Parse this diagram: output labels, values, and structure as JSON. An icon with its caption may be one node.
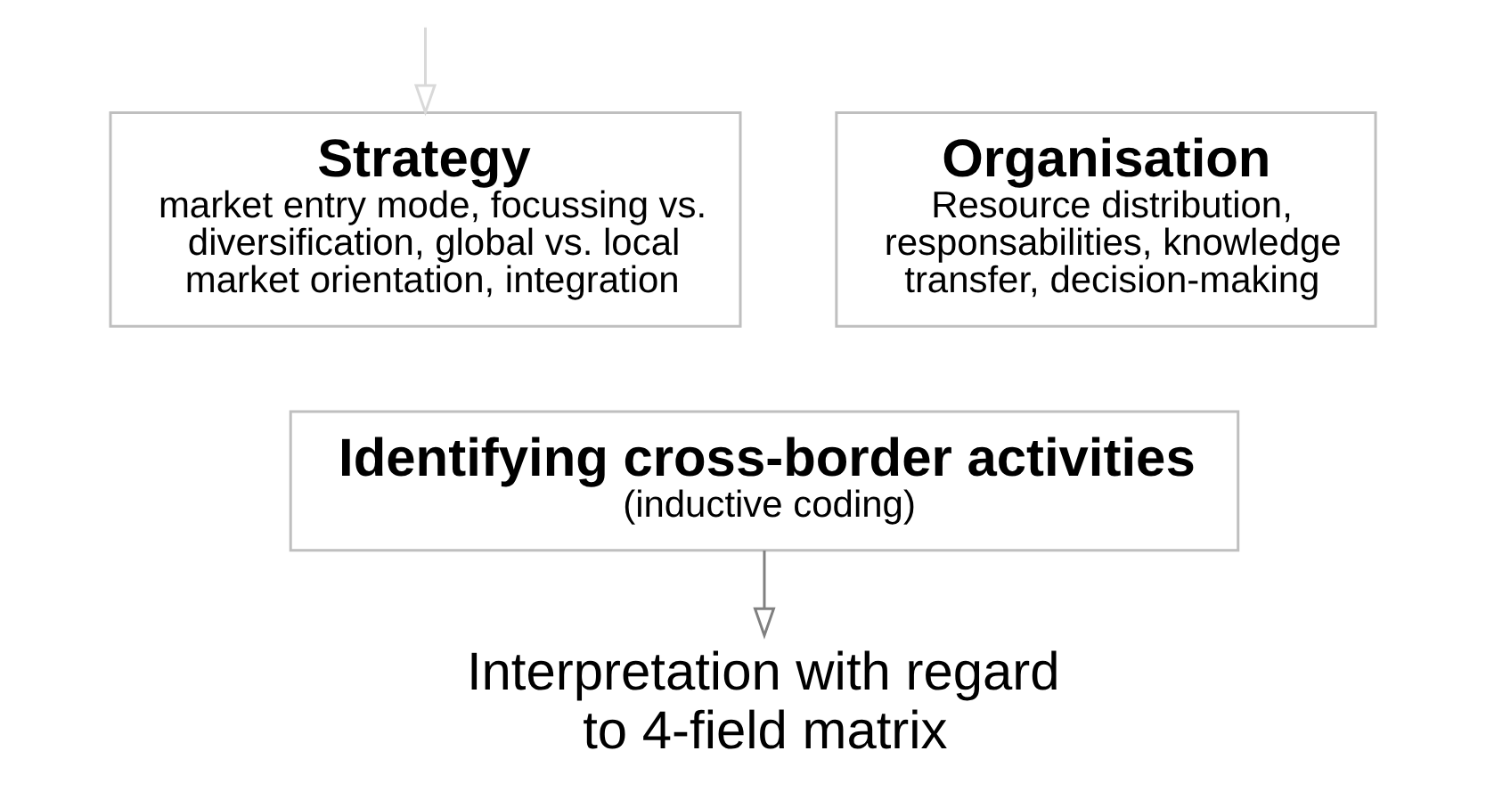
{
  "diagram": {
    "nodes": [
      {
        "text": [
          "Strategy",
          "market entry mode, focussing vs. diversification, global vs. local market orientation, integration"
        ]
      },
      {
        "text": [
          "Organisation",
          "Resource distribution, responsabilities, knowledge transfer, decision-making"
        ]
      },
      {
        "text": [
          "Identifying cross-border activities",
          "(inductive coding)"
        ]
      },
      {
        "text": [
          "Interpretation with regard to 4-field matrix"
        ]
      }
    ],
    "edges": [
      {
        "from": null,
        "to": 0,
        "arrow": "to",
        "color": "#d9d9d9"
      },
      {
        "from": 2,
        "to": 3,
        "arrow": "to"
      }
    ]
  }
}
